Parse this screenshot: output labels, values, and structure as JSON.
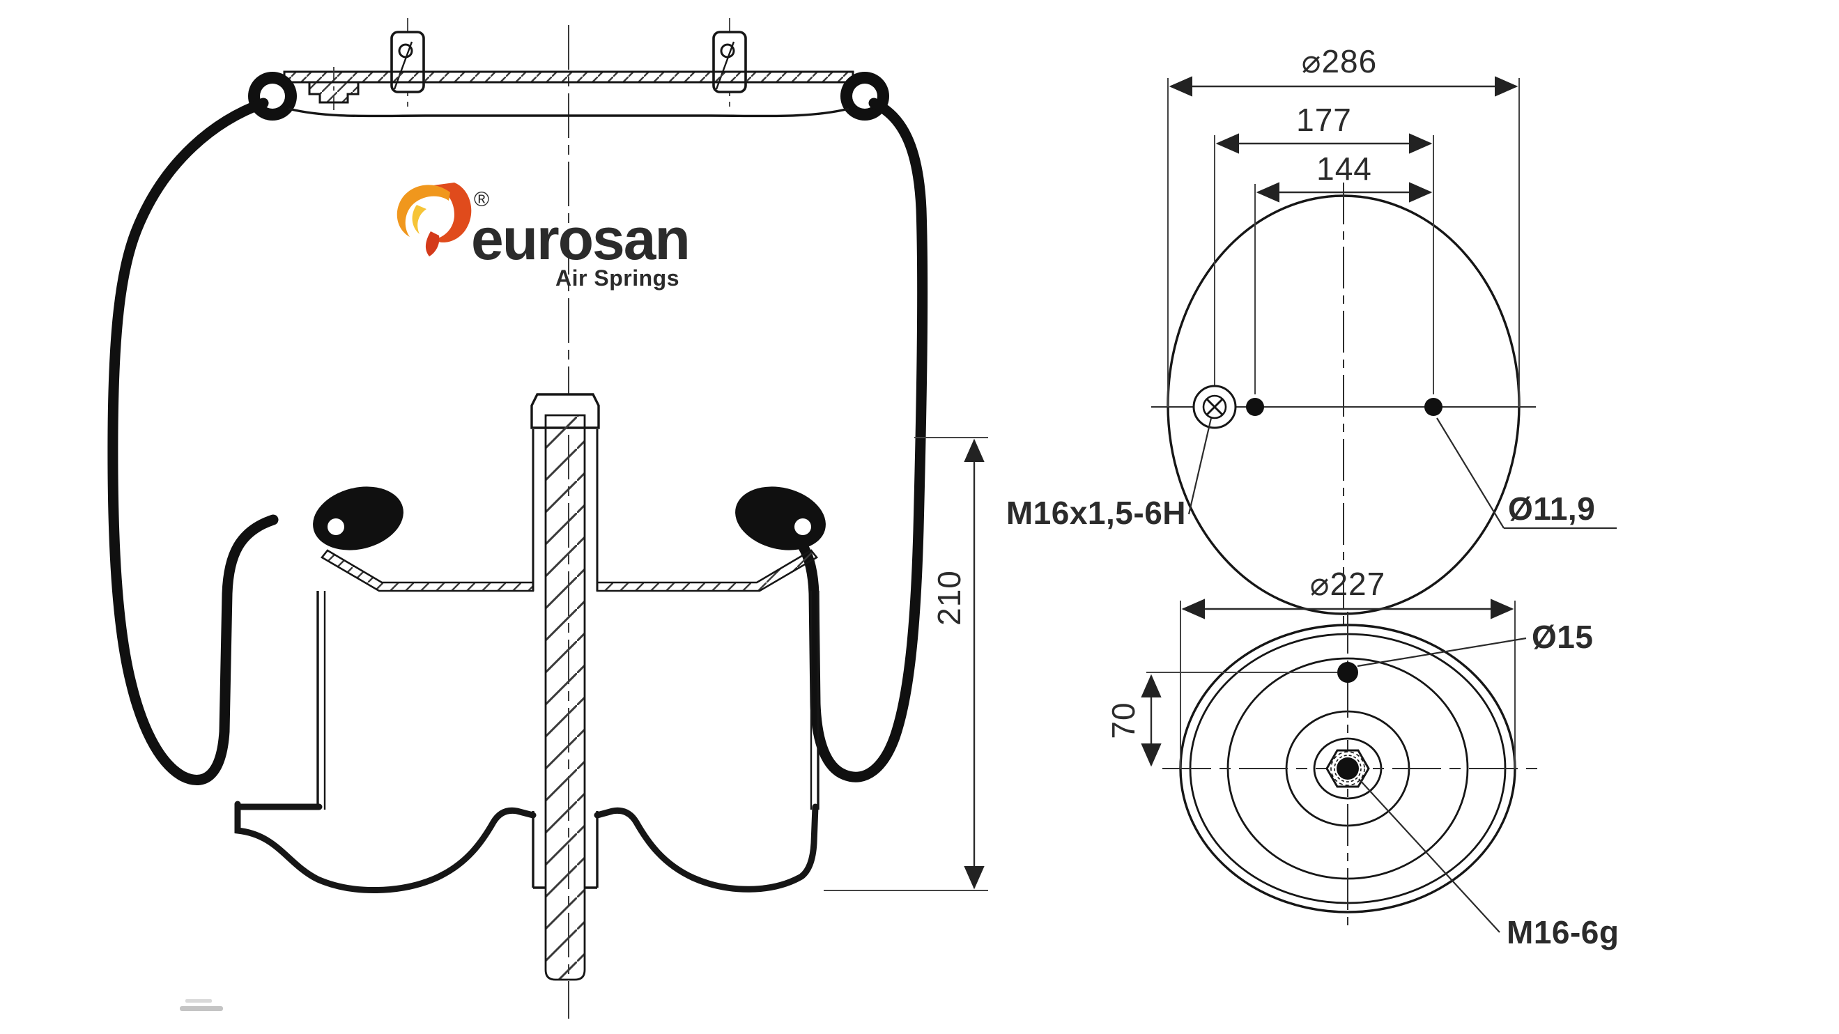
{
  "document": {
    "type": "technical-drawing",
    "background": "#ffffff",
    "line_color": "#161616",
    "dim_color": "#2b2b2b"
  },
  "logo": {
    "brand": "eurosan",
    "tagline": "Air Springs",
    "trademark": "®",
    "text_color": "#1c2b49",
    "swirl_outer_color": "#f0971d",
    "swirl_inner_color": "#e04b1c",
    "swirl_core_color": "#f6c437"
  },
  "side_view": {
    "name": "air spring cross-section",
    "height_dim": "210"
  },
  "top_view": {
    "name": "bead plate top view",
    "outer_dia_dim": "⌀286",
    "stud_span_dim": "177",
    "hole_span_dim": "144",
    "thread_label": "M16x1,5-6H",
    "hole_dia_label": "Ø11,9"
  },
  "bottom_view": {
    "name": "piston bottom view",
    "outer_dia_dim": "⌀227",
    "hole_dia_label": "Ø15",
    "hole_offset_dim": "70",
    "stud_thread_label": "M16-6g"
  }
}
